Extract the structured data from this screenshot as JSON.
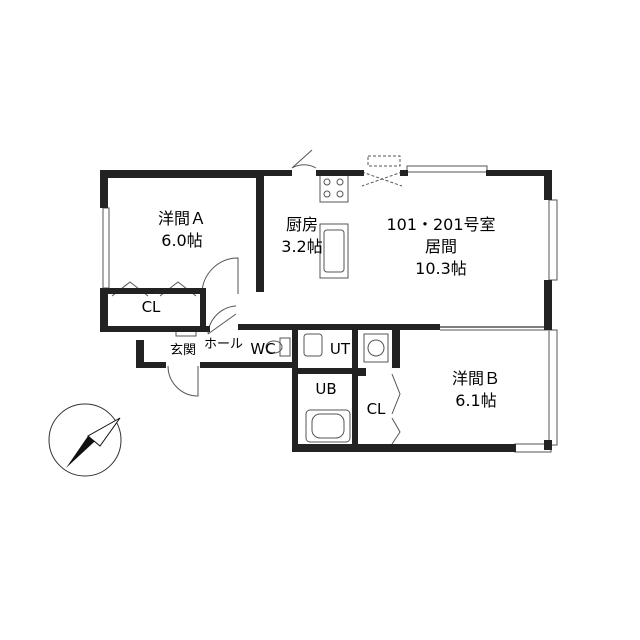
{
  "rooms": {
    "western_a": {
      "name": "洋間Ａ",
      "size": "6.0帖"
    },
    "kitchen": {
      "name": "厨房",
      "size": "3.2帖"
    },
    "living": {
      "unit": "101・201号室",
      "name": "居間",
      "size": "10.3帖"
    },
    "western_b": {
      "name": "洋間Ｂ",
      "size": "6.1帖"
    },
    "closet_a": "CL",
    "closet_b": "CL",
    "entrance": "玄関",
    "hall": "ホール",
    "toilet": "WC",
    "utility": "UT",
    "bath": "UB"
  },
  "colors": {
    "wall": "#222222",
    "line": "#555555",
    "background": "#ffffff"
  },
  "icons": [
    "north-arrow-icon"
  ]
}
